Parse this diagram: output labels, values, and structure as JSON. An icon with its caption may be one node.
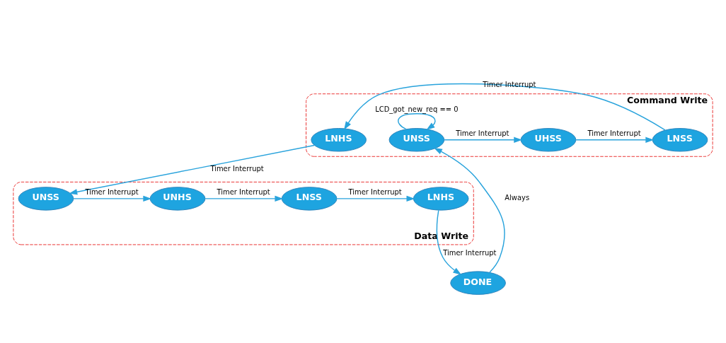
{
  "diagram": {
    "nodes": [
      {
        "text": [
          "Command Write"
        ]
      },
      {
        "text": [
          "UNSS"
        ],
        "in": 0
      },
      {
        "text": [
          "UHSS"
        ],
        "in": 0
      },
      {
        "text": [
          "LNSS"
        ],
        "in": 0
      },
      {
        "text": [
          "LNHS"
        ],
        "in": 0
      },
      {
        "text": [
          "Data Write"
        ]
      },
      {
        "text": [
          "UNSS"
        ],
        "in": 5
      },
      {
        "text": [
          "UNHS"
        ],
        "in": 5
      },
      {
        "text": [
          "LNSS"
        ],
        "in": 5
      },
      {
        "text": [
          "LNHS"
        ],
        "in": 5
      },
      {
        "text": [
          "DONE"
        ]
      }
    ],
    "edges": [
      {
        "from": 10,
        "to": 1,
        "arrow": "to",
        "label": "Always"
      },
      {
        "from": 1,
        "to": 1,
        "arrow": "to",
        "label": "LCD_got_new_req == 0"
      },
      {
        "from": 1,
        "to": 2,
        "arrow": "to",
        "label": "Timer Interrupt"
      },
      {
        "from": 2,
        "to": 3,
        "arrow": "to",
        "label": "Timer Interrupt"
      },
      {
        "from": 3,
        "to": 4,
        "arrow": "to",
        "label": "Timer Interrupt"
      },
      {
        "from": 4,
        "to": 6,
        "arrow": "to",
        "label": "Timer Interrupt"
      },
      {
        "from": 6,
        "to": 7,
        "arrow": "to",
        "label": "Timer Interrupt"
      },
      {
        "from": 7,
        "to": 8,
        "arrow": "to",
        "label": "Timer Interrupt"
      },
      {
        "from": 8,
        "to": 9,
        "arrow": "to",
        "label": "Timer Interrupt"
      },
      {
        "from": 9,
        "to": 10,
        "arrow": "to",
        "label": "Timer Interrupt"
      }
    ]
  }
}
